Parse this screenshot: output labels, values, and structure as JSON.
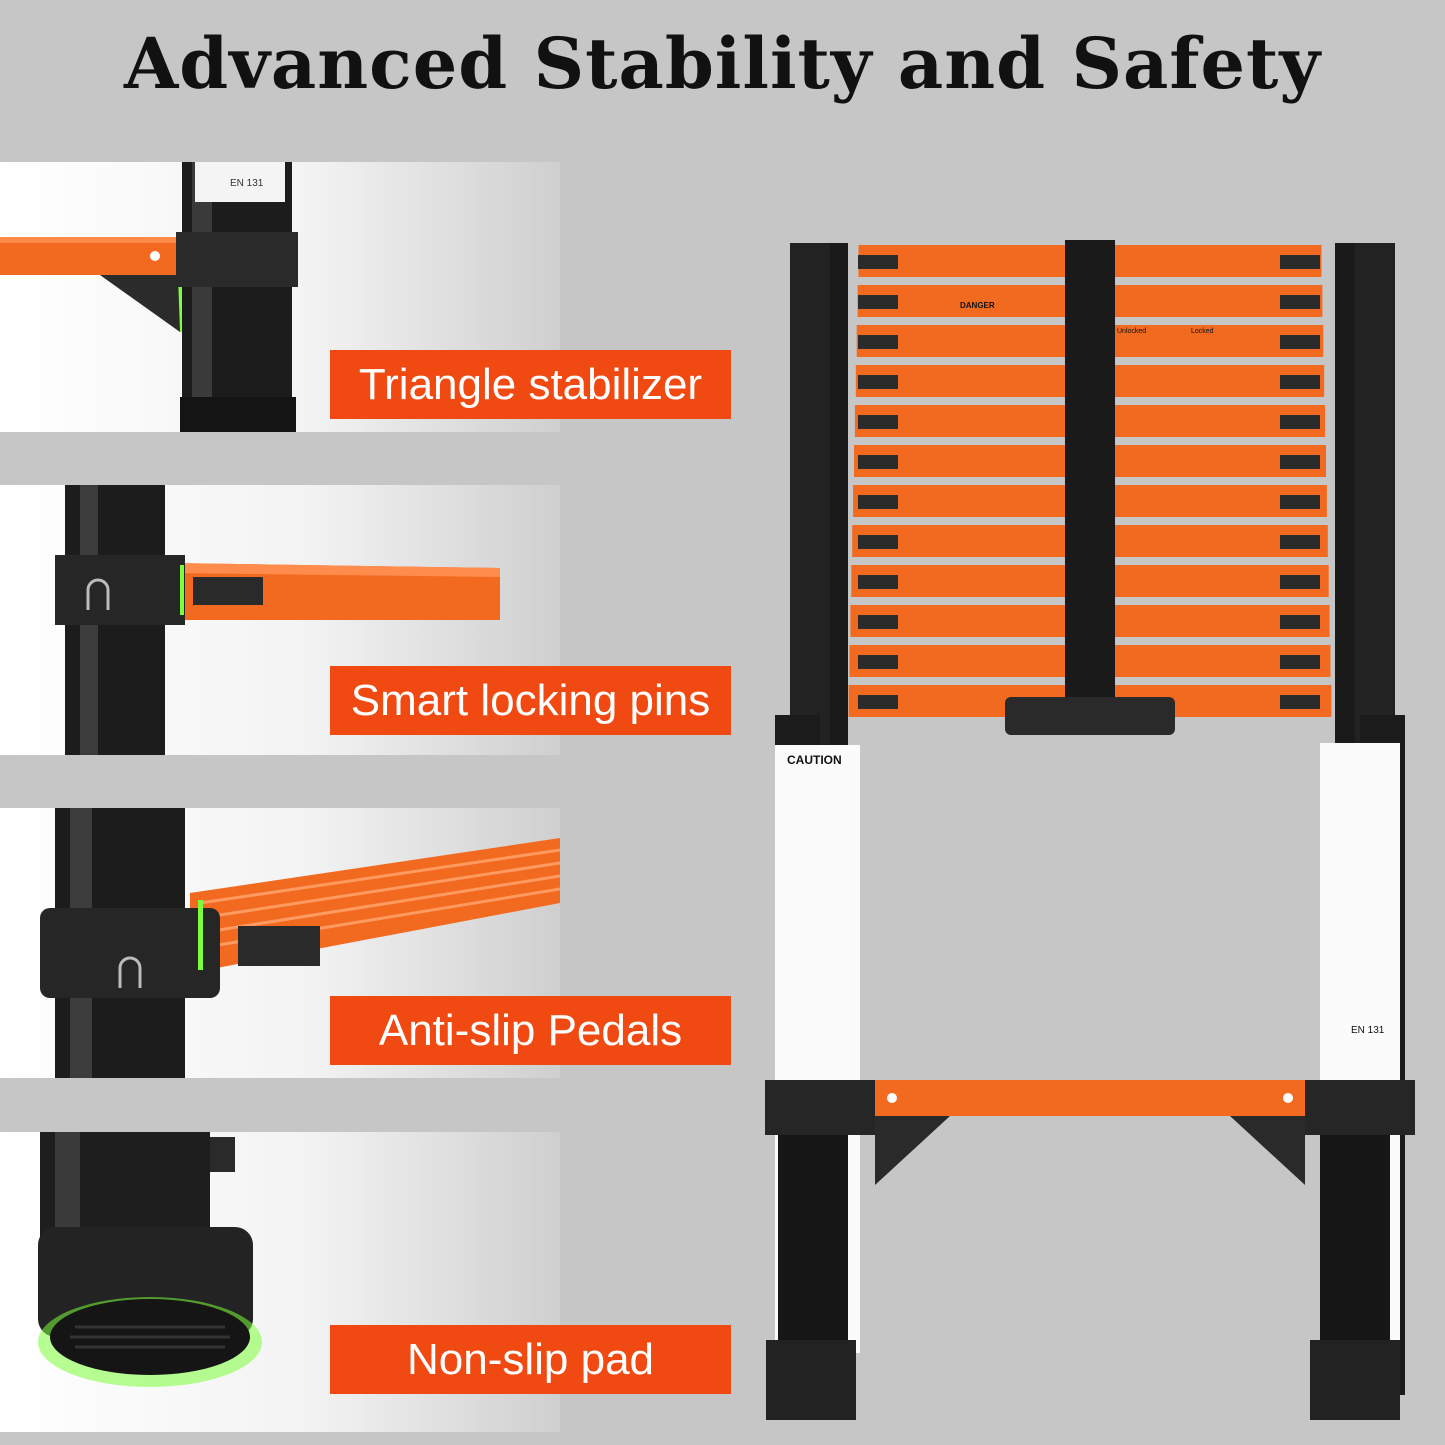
{
  "title": "Advanced Stability and Safety",
  "features": [
    {
      "label": "Triangle stabilizer"
    },
    {
      "label": "Smart locking pins"
    },
    {
      "label": "Anti-slip Pedals"
    },
    {
      "label": "Non-slip pad"
    }
  ],
  "ladder": {
    "caution": "CAUTION",
    "danger": "DANGER",
    "standard": "EN 131",
    "standard_small": "EN 131",
    "locked": "Locked",
    "unlocked": "Unlocked"
  },
  "colors": {
    "accent": "#f04a12",
    "rung": "#f26a1f",
    "pole": "#1b1b1b",
    "glow": "#7cff3a"
  }
}
